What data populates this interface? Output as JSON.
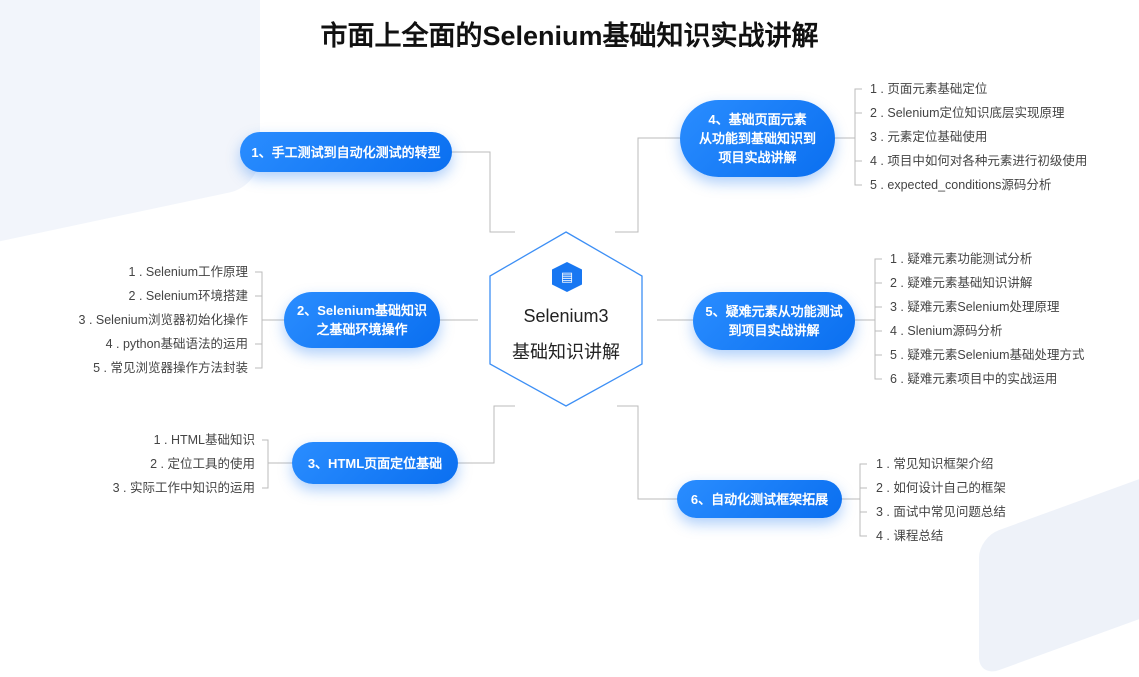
{
  "title": "市面上全面的Selenium基础知识实战讲解",
  "center": {
    "line1": "Selenium3",
    "line2": "基础知识讲解",
    "icon": "document-icon"
  },
  "nodes": [
    {
      "label": "1、手工测试到自动化测试的转型",
      "items": []
    },
    {
      "label": "2、Selenium基础知识\n之基础环境操作",
      "items": [
        "1 . Selenium工作原理",
        "2 . Selenium环境搭建",
        "3 . Selenium浏览器初始化操作",
        "4 . python基础语法的运用",
        "5 . 常见浏览器操作方法封装"
      ]
    },
    {
      "label": "3、HTML页面定位基础",
      "items": [
        "1 . HTML基础知识",
        "2 . 定位工具的使用",
        "3 . 实际工作中知识的运用"
      ]
    },
    {
      "label": "4、基础页面元素\n从功能到基础知识到\n项目实战讲解",
      "items": [
        "1 . 页面元素基础定位",
        "2 . Selenium定位知识底层实现原理",
        "3 . 元素定位基础使用",
        "4 . 项目中如何对各种元素进行初级使用",
        "5 . expected_conditions源码分析"
      ]
    },
    {
      "label": "5、疑难元素从功能测试\n到项目实战讲解",
      "items": [
        "1 . 疑难元素功能测试分析",
        "2 . 疑难元素基础知识讲解",
        "3 . 疑难元素Selenium处理原理",
        "4 . Slenium源码分析",
        "5 . 疑难元素Selenium基础处理方式",
        "6 . 疑难元素项目中的实战运用"
      ]
    },
    {
      "label": "6、自动化测试框架拓展",
      "items": [
        "1 . 常见知识框架介绍",
        "2 . 如何设计自己的框架",
        "3 . 面试中常见问题总结",
        "4 . 课程总结"
      ]
    }
  ]
}
